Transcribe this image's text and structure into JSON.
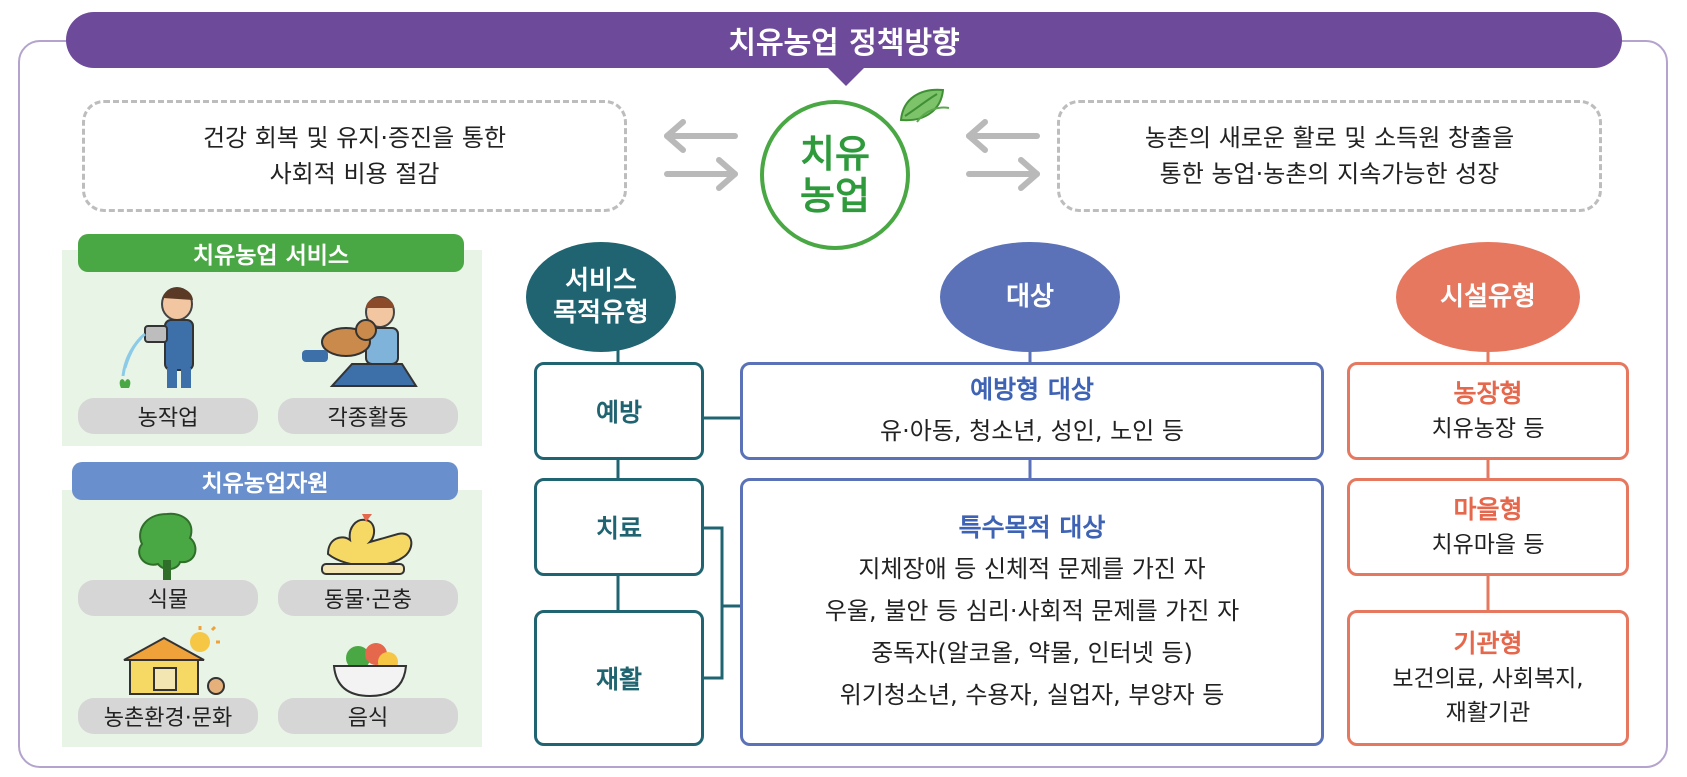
{
  "title": "치유농업 정책방향",
  "left_goal": [
    "건강 회복 및 유지·증진을 통한",
    "사회적 비용 절감"
  ],
  "center": [
    "치유",
    "농업"
  ],
  "right_goal": [
    "농촌의 새로운 활로 및 소득원 창출을",
    "통한 농업·농촌의 지속가능한 성장"
  ],
  "services": {
    "title": "치유농업 서비스",
    "items": [
      "농작업",
      "각종활동"
    ]
  },
  "resources": {
    "title": "치유농업자원",
    "items": [
      "식물",
      "동물·곤충",
      "농촌환경·문화",
      "음식"
    ]
  },
  "purpose": {
    "header": [
      "서비스",
      "목적유형"
    ],
    "items": [
      "예방",
      "치료",
      "재활"
    ]
  },
  "target": {
    "header": "대상",
    "prevention": {
      "title": "예방형 대상",
      "text": "유·아동, 청소년, 성인, 노인 등"
    },
    "special": {
      "title": "특수목적 대상",
      "lines": [
        "지체장애 등 신체적 문제를 가진 자",
        "우울, 불안 등 심리·사회적 문제를 가진 자",
        "중독자(알코올, 약물, 인터넷 등)",
        "위기청소년, 수용자, 실업자, 부양자 등"
      ]
    }
  },
  "facility": {
    "header": "시설유형",
    "items": [
      {
        "title": "농장형",
        "lines": [
          "치유농장 등"
        ]
      },
      {
        "title": "마을형",
        "lines": [
          "치유마을 등"
        ]
      },
      {
        "title": "기관형",
        "lines": [
          "보건의료, 사회복지,",
          "재활기관"
        ]
      }
    ]
  },
  "colors": {
    "banner": "#6d4a9a",
    "green": "#4aa844",
    "teal": "#1f6470",
    "blue": "#5b72b8",
    "orange": "#e67860"
  }
}
